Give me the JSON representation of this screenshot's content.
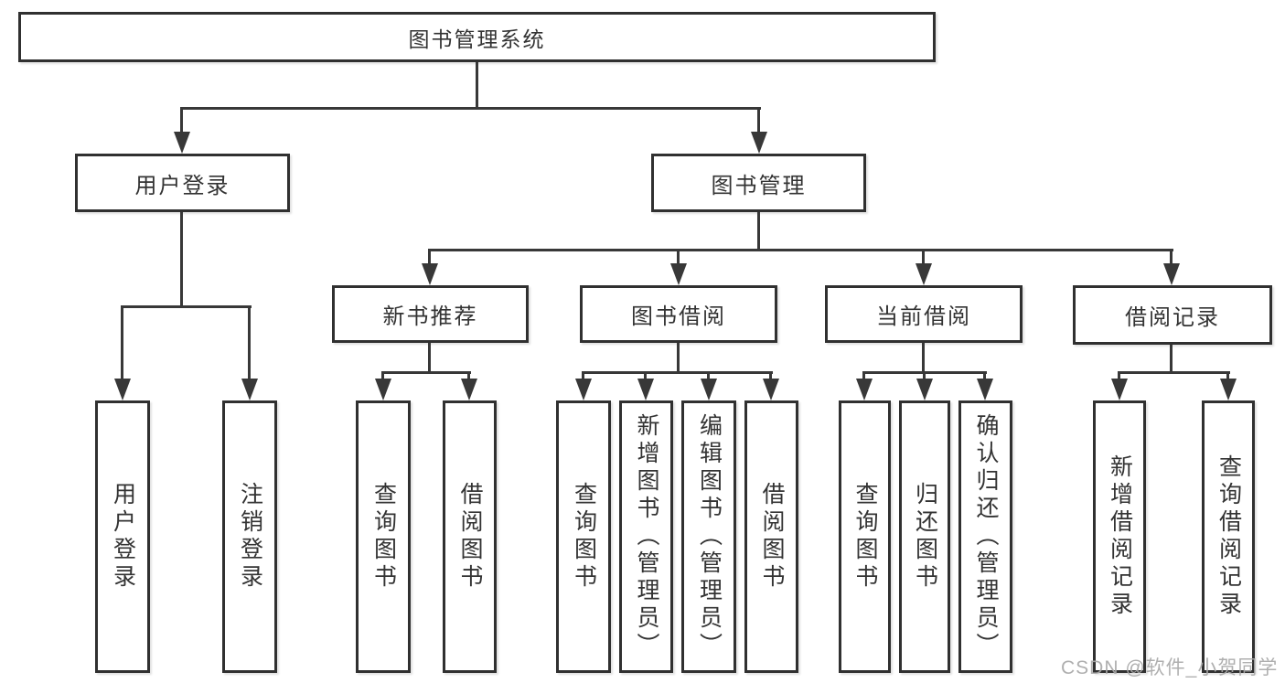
{
  "diagram": {
    "watermark": "CSDN @软件_小贺同学",
    "colors": {
      "background": "#ffffff",
      "line": "#383838",
      "box_border": "#303030",
      "text": "#333333",
      "watermark": "#a8a8a8"
    },
    "tree": {
      "root": {
        "label": "图书管理系统"
      },
      "branches": [
        {
          "label": "用户登录",
          "children": [
            {
              "label": "用户登录"
            },
            {
              "label": "注销登录"
            }
          ]
        },
        {
          "label": "图书管理",
          "children": [
            {
              "label": "新书推荐",
              "children": [
                {
                  "label": "查询图书"
                },
                {
                  "label": "借阅图书"
                }
              ]
            },
            {
              "label": "图书借阅",
              "children": [
                {
                  "label": "查询图书"
                },
                {
                  "label": "新增图书（管理员）"
                },
                {
                  "label": "编辑图书（管理员）"
                },
                {
                  "label": "借阅图书"
                }
              ]
            },
            {
              "label": "当前借阅",
              "children": [
                {
                  "label": "查询图书"
                },
                {
                  "label": "归还图书"
                },
                {
                  "label": "确认归还（管理员）"
                }
              ]
            },
            {
              "label": "借阅记录",
              "children": [
                {
                  "label": "新增借阅记录"
                },
                {
                  "label": "查询借阅记录"
                }
              ]
            }
          ]
        }
      ]
    }
  }
}
